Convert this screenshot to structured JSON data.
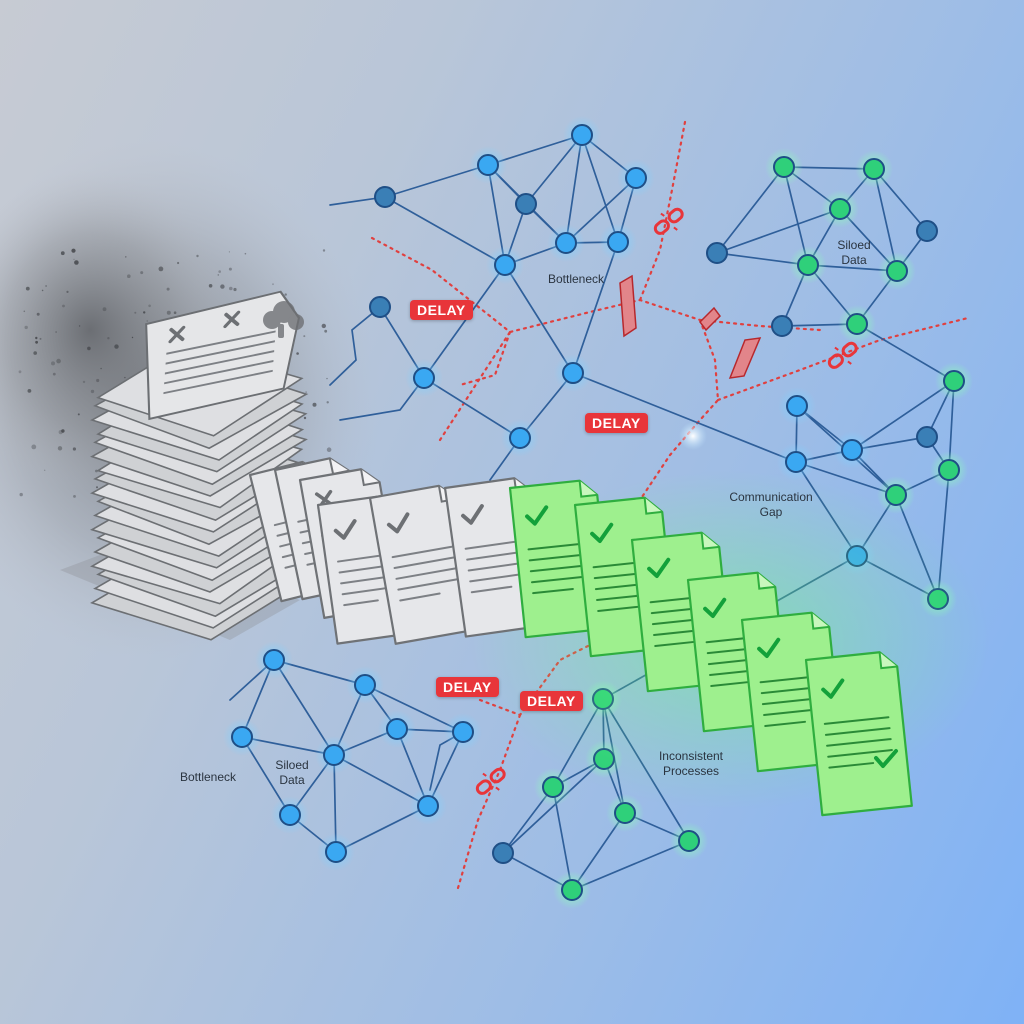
{
  "labels": {
    "bottleneck_top": "Bottleneck",
    "siloed_data_top": "Siloed\nData",
    "communication_gap": "Communication\nGap",
    "bottleneck_bottom": "Bottleneck",
    "siloed_data_bottom": "Siloed\nData",
    "inconsistent_processes": "Inconsistent\nProcesses"
  },
  "badges": {
    "delay_1": "DELAY",
    "delay_2": "DELAY",
    "delay_3": "DELAY",
    "delay_4": "DELAY"
  },
  "colors": {
    "delay_badge": "#e8353a",
    "node_blue": "#3aa8f2",
    "node_green": "#2fd07a",
    "edge": "#2f5f9a",
    "doc_green": "#9ef08e",
    "doc_gray": "#d9dadd",
    "broken_link": "#e8353a"
  },
  "icons": {
    "broken_link": "broken-link-icon",
    "check": "check-mark-icon",
    "cross": "x-mark-icon",
    "cloud": "smoke-cloud-icon"
  }
}
